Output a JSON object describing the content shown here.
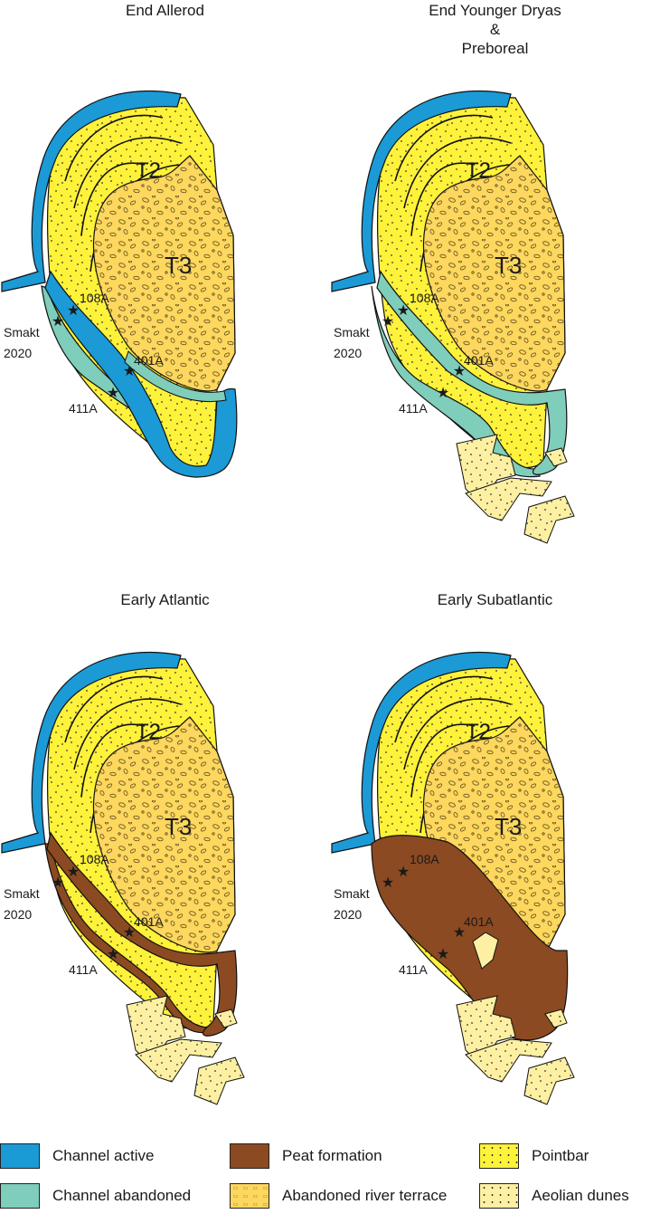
{
  "colors": {
    "channel_active": "#1b9ad6",
    "channel_abandoned": "#7fcdbb",
    "peat_formation": "#8b4a22",
    "pointbar": "#fff23a",
    "abandoned_river_terrace": "#fdd75e",
    "aeolian_dunes": "#fdf0a2"
  },
  "panels": [
    {
      "title": "End Allerod",
      "stage": "allerod"
    },
    {
      "title": "End Younger Dryas\n&\nPreboreal",
      "stage": "dryas"
    },
    {
      "title": "Early Atlantic",
      "stage": "atlantic"
    },
    {
      "title": "Early Subatlantic",
      "stage": "subatlantic"
    }
  ],
  "map_labels": {
    "t2": "T2",
    "t3": "T3",
    "site_108a": "108A",
    "site_401a": "401A",
    "site_411a": "411A",
    "smakt_line1": "Smakt",
    "smakt_line2": "2020"
  },
  "legend": [
    {
      "label": "Channel active",
      "color_key": "channel_active",
      "pattern": "none"
    },
    {
      "label": "Peat formation",
      "color_key": "peat_formation",
      "pattern": "none"
    },
    {
      "label": "Pointbar",
      "color_key": "pointbar",
      "pattern": "dots"
    },
    {
      "label": "Channel abandoned",
      "color_key": "channel_abandoned",
      "pattern": "none"
    },
    {
      "label": "Abandoned river terrace",
      "color_key": "abandoned_river_terrace",
      "pattern": "pebbles"
    },
    {
      "label": "Aeolian dunes",
      "color_key": "aeolian_dunes",
      "pattern": "dots"
    }
  ]
}
